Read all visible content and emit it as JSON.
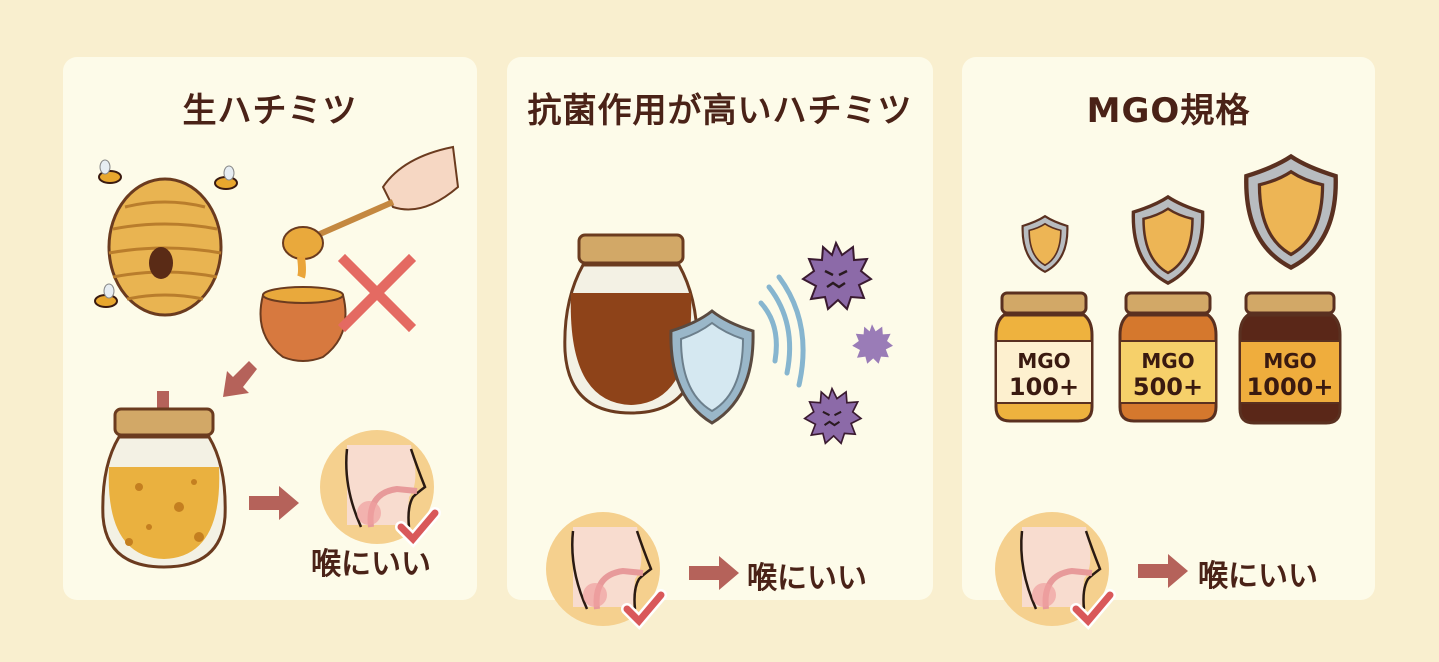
{
  "background_color": "#f9efcf",
  "panel_color": "#fdfbe9",
  "text_color": "#4a2217",
  "arrow_color": "#b5625a",
  "check_color": "#d9585a",
  "panels": [
    {
      "title": "生ハチミツ",
      "illustrations": [
        "beehive-with-bees",
        "honey-dipper-hand",
        "honey-pot-crossed-out",
        "raw-honey-jar",
        "throat-profile-with-check"
      ],
      "result_label": "喉にいい"
    },
    {
      "title": "抗菌作用が高いハチミツ",
      "illustrations": [
        "dark-honey-jar",
        "shield",
        "sound-waves",
        "germ-viruses"
      ],
      "result_label": "喉にいい"
    },
    {
      "title": "MGO規格",
      "illustrations": [
        "small-shield",
        "medium-shield",
        "large-shield"
      ],
      "jars": [
        {
          "line1": "MGO",
          "line2": "100+",
          "honey_color": "#eeb23e",
          "label_color": "#fdf0cf"
        },
        {
          "line1": "MGO",
          "line2": "500+",
          "honey_color": "#d5782d",
          "label_color": "#f6d06a"
        },
        {
          "line1": "MGO",
          "line2": "1000+",
          "honey_color": "#5a2718",
          "label_color": "#efad3d"
        }
      ],
      "result_label": "喉にいい"
    }
  ]
}
